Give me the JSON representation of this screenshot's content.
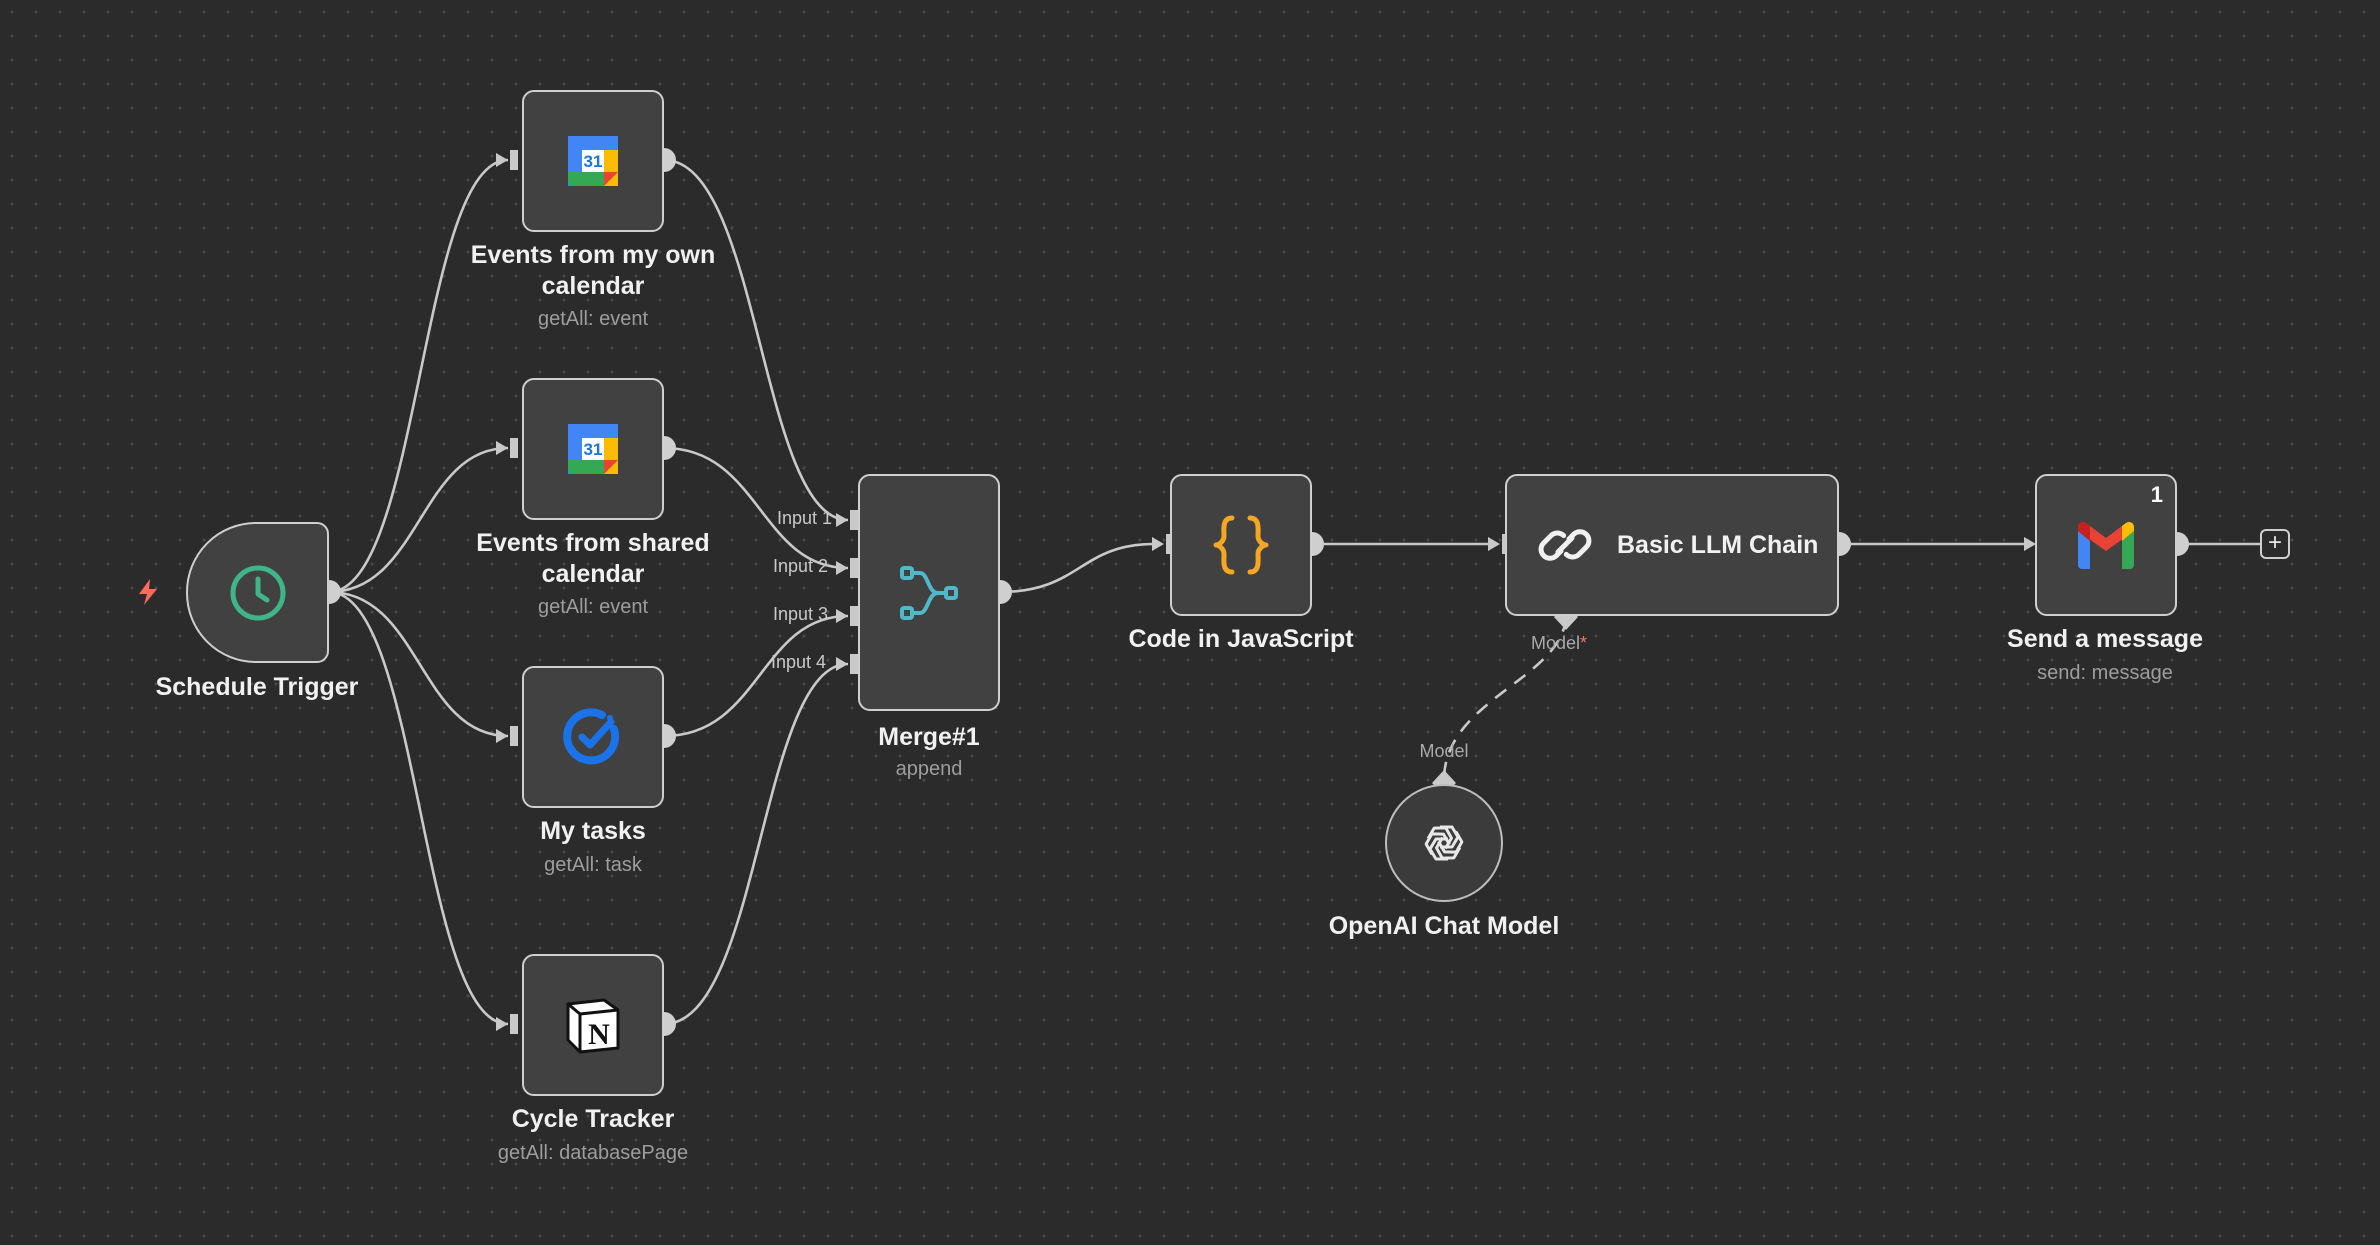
{
  "nodes": {
    "schedule_trigger": {
      "title": "Schedule Trigger"
    },
    "own_calendar": {
      "title_line1": "Events from my own",
      "title_line2": "calendar",
      "subtitle": "getAll: event",
      "icon_text": "31"
    },
    "shared_calendar": {
      "title_line1": "Events from shared",
      "title_line2": "calendar",
      "subtitle": "getAll: event",
      "icon_text": "31"
    },
    "my_tasks": {
      "title": "My tasks",
      "subtitle": "getAll: task"
    },
    "cycle_tracker": {
      "title": "Cycle Tracker",
      "subtitle": "getAll: databasePage",
      "icon_text": "N"
    },
    "merge": {
      "title": "Merge#1",
      "subtitle": "append",
      "inputs": [
        "Input 1",
        "Input 2",
        "Input 3",
        "Input 4"
      ]
    },
    "code_js": {
      "title": "Code in JavaScript",
      "icon_text": "{}"
    },
    "llm_chain": {
      "title": "Basic LLM Chain",
      "port_label": "Model",
      "required_mark": "*"
    },
    "openai_model": {
      "title": "OpenAI Chat Model",
      "port_label": "Model"
    },
    "send_message": {
      "title": "Send a message",
      "subtitle": "send: message",
      "badge": "1"
    },
    "add_node": {
      "symbol": "+"
    }
  },
  "icons": {
    "schedule_trigger": "clock-icon",
    "own_calendar": "google-calendar-icon",
    "shared_calendar": "google-calendar-icon",
    "my_tasks": "google-tasks-icon",
    "cycle_tracker": "notion-icon",
    "merge": "merge-icon",
    "code_js": "code-braces-icon",
    "llm_chain": "link-chain-icon",
    "openai_model": "openai-icon",
    "send_message": "gmail-icon",
    "trigger_marker": "lightning-bolt-icon"
  },
  "colors": {
    "canvas_bg": "#2b2b2b",
    "node_bg": "#414141",
    "node_border": "#cfcfcf",
    "wire": "#c9c9c9",
    "clock": "#3fb58a",
    "merge": "#4fb8c9",
    "code": "#f5a623",
    "tasks": "#1a73e8",
    "bolt": "#ff6d5a",
    "required": "#ff6d6d"
  }
}
